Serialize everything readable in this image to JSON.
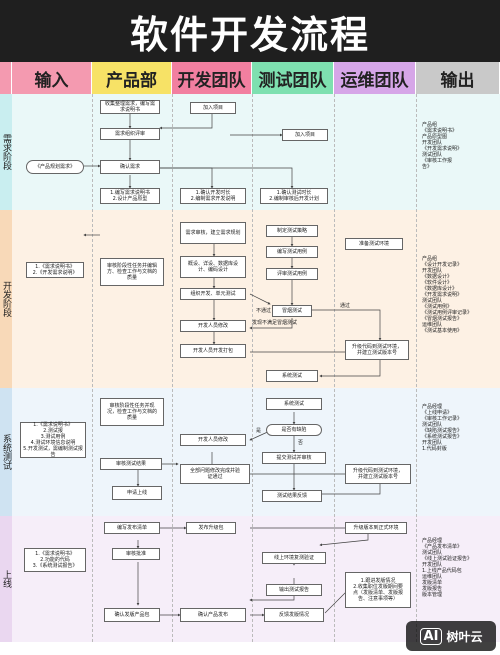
{
  "title": "软件开发流程",
  "columns": [
    {
      "label": "输入",
      "color": "#f49ab0"
    },
    {
      "label": "产品部",
      "color": "#f7e266"
    },
    {
      "label": "开发团队",
      "color": "#f27fa0"
    },
    {
      "label": "测试团队",
      "color": "#7ee0b0"
    },
    {
      "label": "运维团队",
      "color": "#d6a6e8"
    },
    {
      "label": "输出",
      "color": "#c9c9c9"
    }
  ],
  "phases": [
    {
      "label": "需求阶段",
      "color": "#c9eef0"
    },
    {
      "label": "开发阶段",
      "color": "#f8d9b8"
    },
    {
      "label": "系统测试",
      "color": "#cfe3f2"
    },
    {
      "label": "上线",
      "color": "#ead7f0"
    }
  ],
  "input": {
    "req": "《产品规划需求》",
    "dev": "1.《需求说明书》\n2.《开发需求说明》",
    "test": "1.《需求说明书》\n2.测试报\n3.测试用例\n4.测试环境信息说明\n5.开发测试，需编制测试报告",
    "launch": "1.《需求说明书》\n2.功能的代码\n3.《系统测试报告》"
  },
  "boxes": {
    "p1": "收集整理需求，编写需求说明书",
    "p2": "需求组织评审",
    "p3": "确认需求",
    "p4": "1.编写需求说明书\n2.设计产品原型",
    "d1": "加入项目",
    "d2": "1.确认开发时长\n2.编制需求开发说明",
    "t1": "加入项目",
    "t2": "1.确认测试时长\n2.编制审核后开发计划",
    "p5": "审核阶段性任务并编辑\n方、检查工作与文档的\n质量",
    "d3": "需求审核，建立需求规划",
    "d4": "概设、详设、数据库设\n计、编码设计",
    "d5": "组织开发、单元测试",
    "d6": "开发人员修改",
    "d7": "开发人员开发打包",
    "t3": "制定测试策略",
    "t4": "编写测试用例",
    "t5": "评审测试用例",
    "t6": "冒烟测试",
    "t7": "系统测试",
    "o1": "准备测试环境",
    "o2": "升级代码到测试环境，\n并建立测试版本号",
    "p6": "审核阶段性任务并现\n况，检查工作与文档的\n质量",
    "p7": "审核测试结果",
    "p8": "申请上线",
    "d8": "开发人员修改",
    "d9": "全部问题修改完成并验\n证通过",
    "t8": "系统测试",
    "t9": "是否有缺陷",
    "t10": "提交测试并审核",
    "t11": "测试结果反馈",
    "o3": "升级代码到测试环境，\n并建立测试版本号",
    "p9": "编写发布清单",
    "p10": "审核批准",
    "p11": "确认发版产品包",
    "d10": "发布升级包",
    "d11": "确认产品发布",
    "t12": "线上环境复测验证",
    "t13": "输出测试报告",
    "t14": "反馈发版情况",
    "o4": "升级版本到正式环境",
    "o5": "1.跟进发版情况\n2.收集职位发版期间要\n点（发版清单、发版报\n告、注意事项等）"
  },
  "labels": {
    "not_pass": "不通过",
    "pass": "通过",
    "fail_reason": "发现不满足冒烟测试",
    "yes": "是",
    "no": "否"
  },
  "output": {
    "req": "产品组\n《需求说明书》\n产品原型图\n开发团队\n《开发需求说明》\n测试团队\n《审核工作报\n告》",
    "dev": "产品组\n《设计开发记录》\n开发团队\n《数据设计》\n《软件设计》\n《数据库设计》\n《开发需求说明》\n测试团队\n《测试用例》\n《测试用例评审记录》\n《冒烟测试报告》\n运维团队\n《测试基本使用》",
    "test": "产品经理\n《上线申请》\n《审核工作记录》\n测试团队\n《缺陷测试报告》\n《系统测试报告》\n开发团队\n1.代码封版",
    "launch": "产品经理\n《产品发布清单》\n测试团队\n《线上测试验证报告》\n开发团队\n1.上线产品代码包\n运维团队\n发版清单\n发版报告\n版本管理"
  },
  "watermark": {
    "brand": "树叶云",
    "badge": "AI"
  }
}
